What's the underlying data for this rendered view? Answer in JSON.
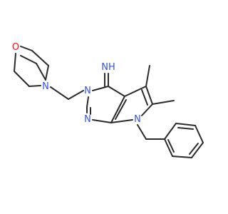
{
  "molecule": {
    "atoms": {
      "imine": "NH",
      "n3": "N",
      "n1": "N",
      "n7": "N",
      "morph_n": "N",
      "morph_o": "O"
    },
    "colors": {
      "bond": "#2b2b2b",
      "nitrogen": "#3050f8",
      "oxygen": "#ff0d0d",
      "background": "#ffffff"
    }
  }
}
